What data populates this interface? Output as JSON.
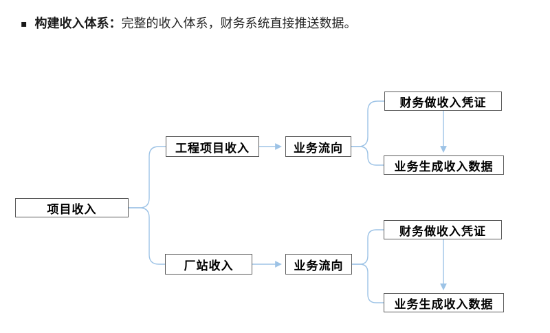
{
  "header": {
    "bullet_icon": "▪",
    "title_bold": "构建收入体系：",
    "title_rest": "完整的收入体系，财务系统直接推送数据。"
  },
  "diagram": {
    "type": "flowchart",
    "root": {
      "label": "项目收入"
    },
    "branches": [
      {
        "source": {
          "label": "工程项目收入"
        },
        "flow": {
          "label": "业务流向"
        },
        "voucher": {
          "label": "财务做收入凭证"
        },
        "output": {
          "label": "业务生成收入数据"
        }
      },
      {
        "source": {
          "label": "厂站收入"
        },
        "flow": {
          "label": "业务流向"
        },
        "voucher": {
          "label": "财务做收入凭证"
        },
        "output": {
          "label": "业务生成收入数据"
        }
      }
    ],
    "colors": {
      "connector": "#9dc3e6",
      "box_border": "#595959",
      "box_fill": "#ffffff",
      "text": "#000000"
    }
  }
}
